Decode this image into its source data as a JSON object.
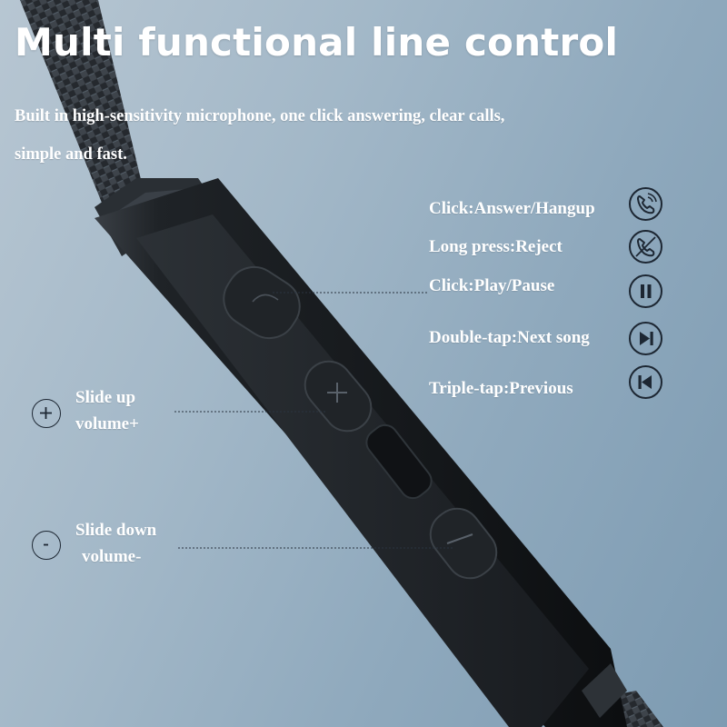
{
  "headline": "Multi functional line control",
  "subtitle_line1": "Built in high-sensitivity microphone, one click answering, clear calls,",
  "subtitle_line2": "simple and fast.",
  "functions": [
    {
      "label": "Click:Answer/Hangup",
      "icon": "phone-answer-icon"
    },
    {
      "label": "Long press:Reject",
      "icon": "phone-reject-icon"
    },
    {
      "label": "Click:Play/Pause",
      "icon": "pause-icon"
    },
    {
      "label": "Double-tap:Next song",
      "icon": "next-track-icon"
    },
    {
      "label": "Triple-tap:Previous",
      "icon": "previous-track-icon"
    }
  ],
  "volume_up": {
    "line1": "Slide up",
    "line2": "volume+",
    "icon": "plus-icon"
  },
  "volume_down": {
    "line1": "Slide down",
    "line2": "volume-",
    "icon": "minus-icon"
  },
  "colors": {
    "background": "#9fb5c6",
    "text": "#ffffff",
    "icon_stroke": "#1d2733",
    "remote_body": "#16191d"
  }
}
